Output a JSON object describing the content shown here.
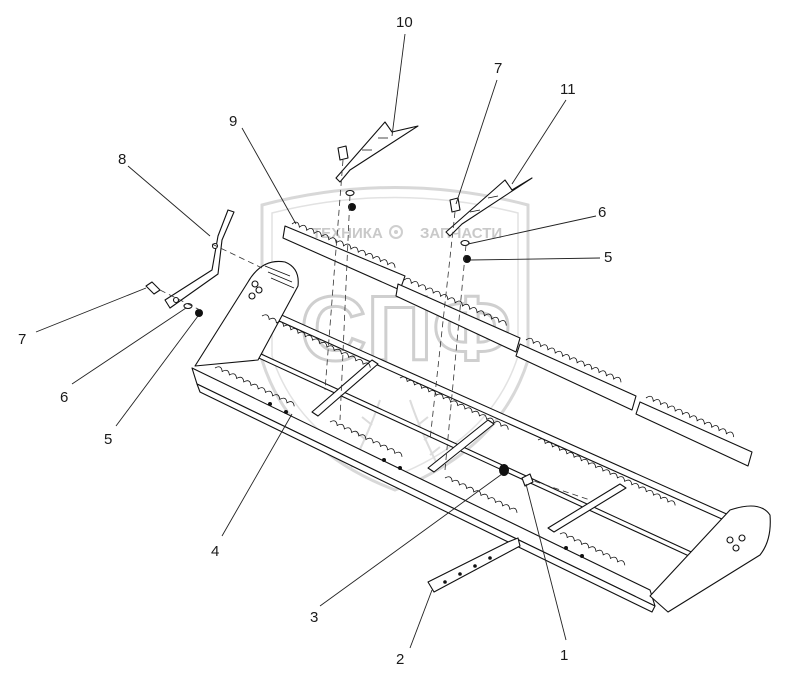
{
  "drawing": {
    "callouts": [
      {
        "id": "c10",
        "label": "10"
      },
      {
        "id": "c7a",
        "label": "7"
      },
      {
        "id": "c11",
        "label": "11"
      },
      {
        "id": "c9",
        "label": "9"
      },
      {
        "id": "c8",
        "label": "8"
      },
      {
        "id": "c6a",
        "label": "6"
      },
      {
        "id": "c5a",
        "label": "5"
      },
      {
        "id": "c7b",
        "label": "7"
      },
      {
        "id": "c6b",
        "label": "6"
      },
      {
        "id": "c5b",
        "label": "5"
      },
      {
        "id": "c4",
        "label": "4"
      },
      {
        "id": "c3",
        "label": "3"
      },
      {
        "id": "c2",
        "label": "2"
      },
      {
        "id": "c1",
        "label": "1"
      }
    ]
  },
  "watermark": {
    "text_left": "ТЕХНИКА",
    "text_right": "ЗАПЧАСТИ",
    "letters": "СПФ",
    "icon": "gear-icon"
  },
  "colors": {
    "line": "#111111",
    "watermark": "#cfcfcf",
    "background": "#ffffff"
  }
}
